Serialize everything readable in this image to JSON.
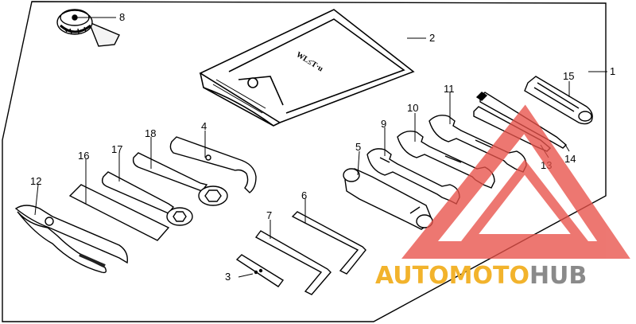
{
  "diagram": {
    "callouts": [
      {
        "id": "1",
        "label": "1"
      },
      {
        "id": "2",
        "label": "2"
      },
      {
        "id": "3",
        "label": "3"
      },
      {
        "id": "4",
        "label": "4"
      },
      {
        "id": "5",
        "label": "5"
      },
      {
        "id": "6",
        "label": "6"
      },
      {
        "id": "7",
        "label": "7"
      },
      {
        "id": "8",
        "label": "8"
      },
      {
        "id": "9",
        "label": "9"
      },
      {
        "id": "10",
        "label": "10"
      },
      {
        "id": "11",
        "label": "11"
      },
      {
        "id": "12",
        "label": "12"
      },
      {
        "id": "13",
        "label": "13"
      },
      {
        "id": "14",
        "label": "14"
      },
      {
        "id": "15",
        "label": "15"
      },
      {
        "id": "16",
        "label": "16"
      },
      {
        "id": "17",
        "label": "17"
      },
      {
        "id": "18",
        "label": "18"
      }
    ],
    "bag_print": "WL≤T·u"
  },
  "watermark": {
    "text_part1": "AUTOMOTO",
    "text_part2": "HUB",
    "color_part1": "#f2b32c",
    "color_part2": "#8a8a8a",
    "triangle_color": "#e8524a"
  }
}
